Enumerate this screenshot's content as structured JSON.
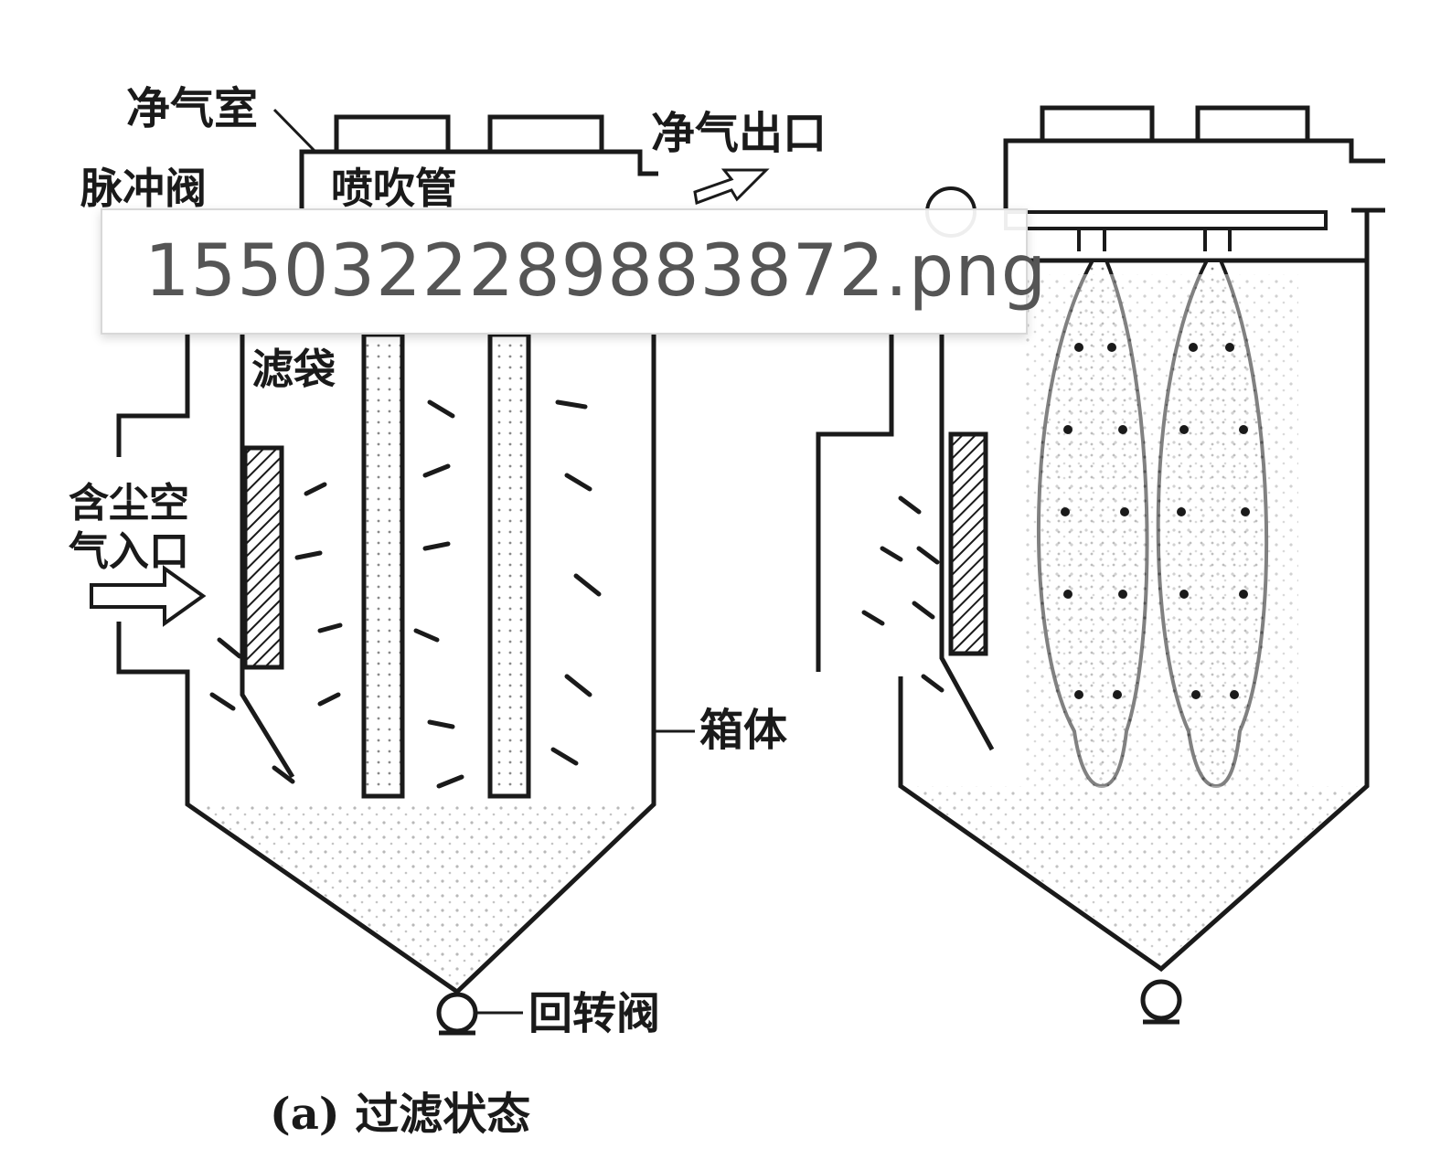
{
  "labels": {
    "clean_air_chamber": "净气室",
    "clean_air_outlet": "净气出口",
    "pulse_valve": "脉冲阀",
    "blow_pipe": "喷吹管",
    "filter_bag": "滤袋",
    "dusty_air_inlet_line1": "含尘空",
    "dusty_air_inlet_line2": "气入口",
    "housing": "箱体",
    "rotary_valve": "回转阀",
    "caption_a": "(a) 过滤状态"
  },
  "overlay": {
    "filename": "1550322289883872.png"
  },
  "colors": {
    "ink": "#1a1a1a",
    "overlay_bg": "#ffffff",
    "overlay_text": "#555555"
  }
}
